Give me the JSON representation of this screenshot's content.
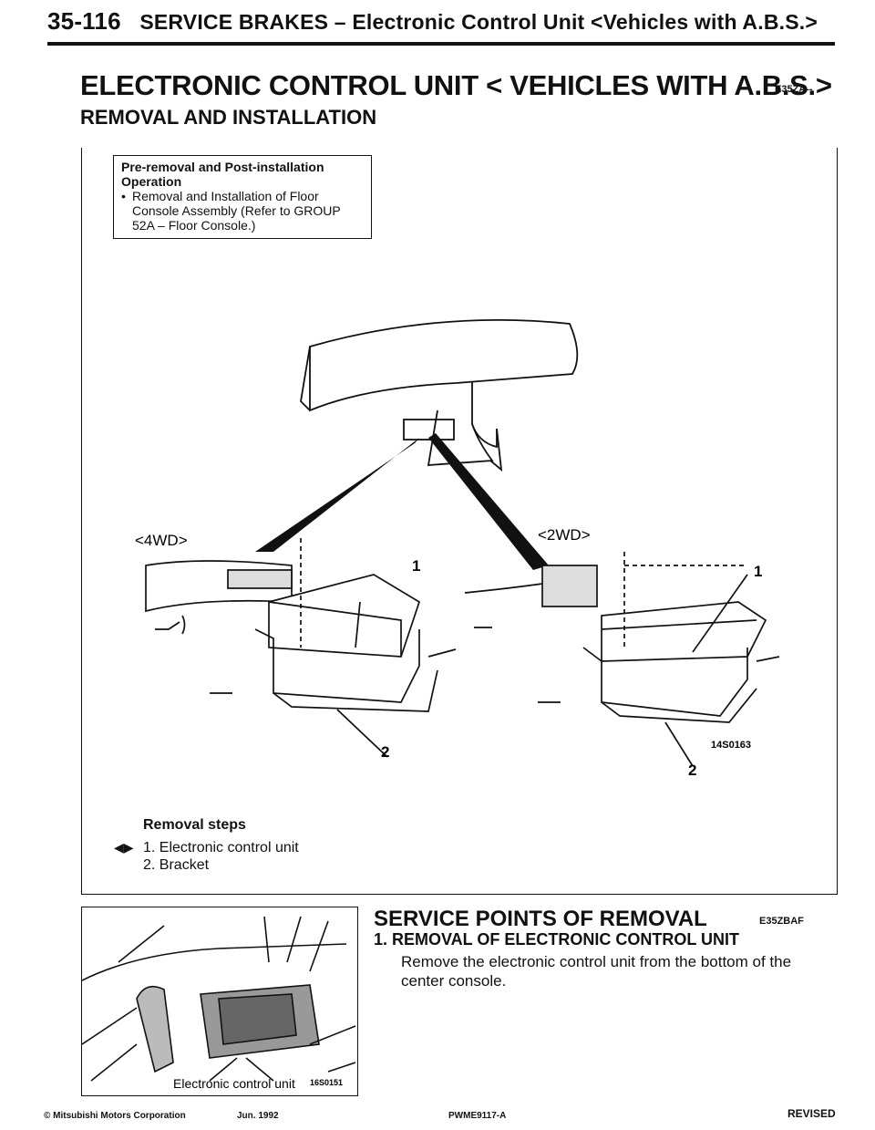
{
  "header": {
    "page_number": "35-116",
    "running_title": "SERVICE BRAKES – Electronic Control Unit <Vehicles with A.B.S.>"
  },
  "section": {
    "title": "ELECTRONIC CONTROL UNIT < VEHICLES WITH A.B.S.>",
    "code": "E35ZA--",
    "subtitle": "REMOVAL AND INSTALLATION"
  },
  "pre_removal": {
    "heading": "Pre-removal and Post-installation Operation",
    "item": "Removal and Installation of Floor Console Assembly (Refer to GROUP 52A – Floor Console.)"
  },
  "diagram": {
    "label_4wd": "<4WD>",
    "label_2wd": "<2WD>",
    "callout_1": "1",
    "callout_2": "2",
    "figure_code": "14S0163"
  },
  "removal": {
    "heading": "Removal steps",
    "symbol": "◀▶",
    "steps": [
      "1. Electronic control unit",
      "2. Bracket"
    ]
  },
  "photo": {
    "caption": "Electronic control unit",
    "figure_code": "16S0151"
  },
  "service_points": {
    "title": "SERVICE POINTS OF REMOVAL",
    "code": "E35ZBAF",
    "subheading": "1.  REMOVAL OF ELECTRONIC CONTROL UNIT",
    "body": "Remove the electronic control unit from the bottom of the center console."
  },
  "footer": {
    "copyright": "© Mitsubishi Motors Corporation",
    "date": "Jun. 1992",
    "doc_code": "PWME9117-A",
    "status": "REVISED"
  }
}
